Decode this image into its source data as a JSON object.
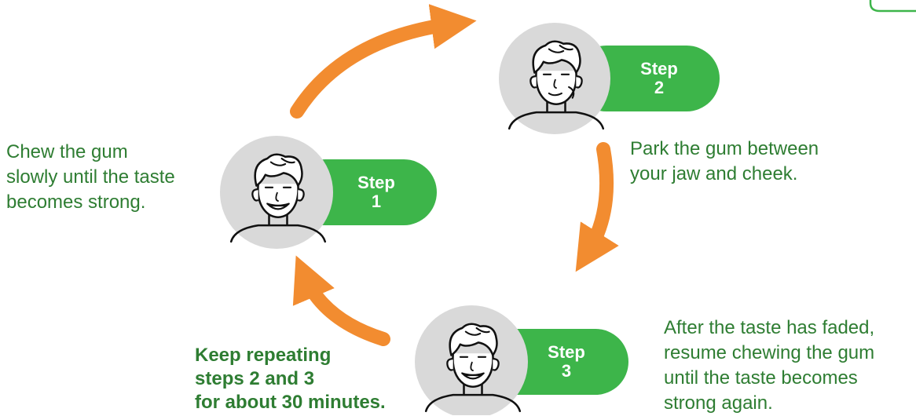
{
  "steps": [
    {
      "label_line1": "Step",
      "label_line2": "1",
      "caption": [
        "Chew the gum",
        "slowly until the taste",
        "becomes strong."
      ]
    },
    {
      "label_line1": "Step",
      "label_line2": "2",
      "caption": [
        "Park the gum between",
        "your jaw and cheek."
      ]
    },
    {
      "label_line1": "Step",
      "label_line2": "3",
      "caption": [
        "After the taste has faded,",
        "resume chewing the gum",
        "until the taste becomes",
        "strong again."
      ]
    }
  ],
  "repeat_note": [
    "Keep repeating",
    "steps 2 and 3",
    "for about 30 minutes."
  ],
  "colors": {
    "accent_green": "#3db54a",
    "text_green": "#2e7d32",
    "arrow_orange": "#f28c30",
    "face_circle": "#d9d9d9",
    "outline": "#111111"
  },
  "icons": [
    "face-icon",
    "curved-arrow-icon"
  ]
}
